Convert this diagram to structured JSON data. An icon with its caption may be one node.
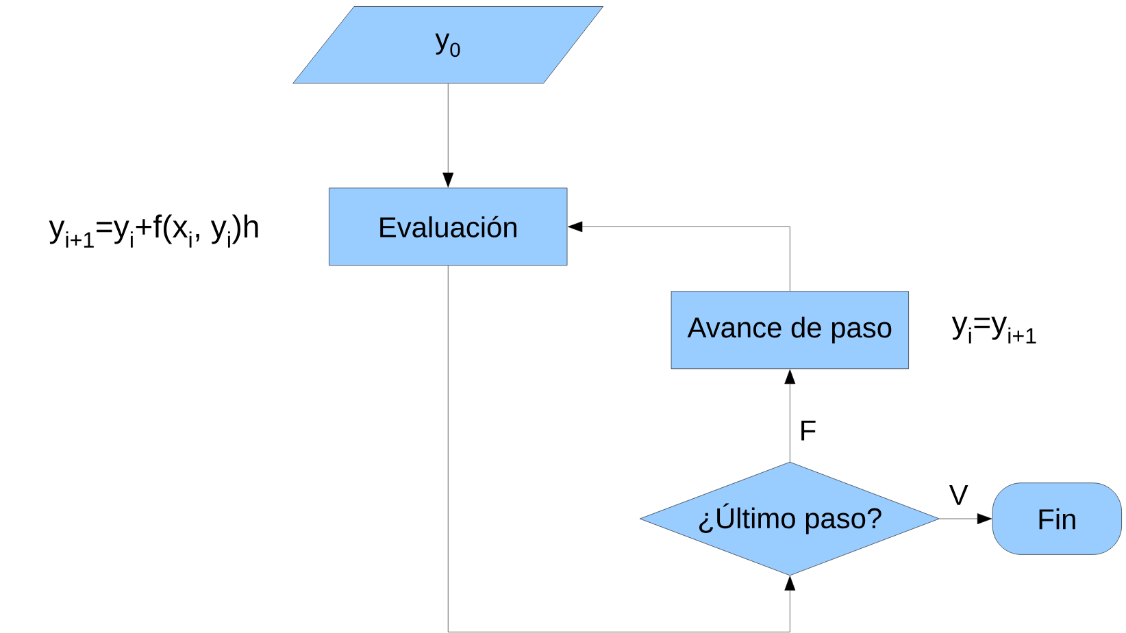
{
  "diagram": {
    "nodes": [
      {
        "text": [
          "y$_{0}$"
        ]
      },
      {
        "text": [
          "Evaluación"
        ],
        "beside": [
          "y$_{i+1}$=y$_{i}$+f(x$_{i}$, y$_{i}$)h"
        ]
      },
      {
        "text": [
          "Avance de paso"
        ],
        "beside": [
          "y$_{i}$=y$_{i+1}$"
        ]
      },
      {
        "text": [
          "¿Último paso?"
        ]
      },
      {
        "text": [
          "Fin"
        ]
      }
    ],
    "edges": [
      {
        "from": 0,
        "to": 1,
        "arrow": "to"
      },
      {
        "from": 1,
        "to": 3,
        "arrow": "to"
      },
      {
        "from": 3,
        "to": 2,
        "arrow": "to",
        "label": "F"
      },
      {
        "from": 2,
        "to": 1,
        "arrow": "to"
      },
      {
        "from": 3,
        "to": 4,
        "arrow": "to",
        "label": "V"
      }
    ]
  }
}
